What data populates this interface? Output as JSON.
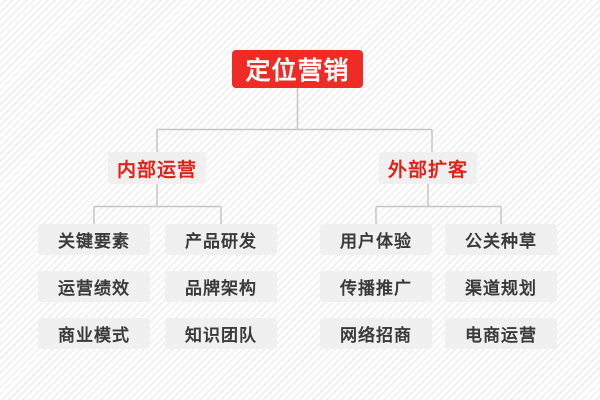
{
  "diagram": {
    "type": "organizational-tree",
    "title_node": {
      "label": "定位营销"
    },
    "branches": [
      {
        "label": "内部运营"
      },
      {
        "label": "外部扩客"
      }
    ],
    "columns": [
      {
        "parent": "内部运营",
        "items": [
          "关键要素",
          "运营绩效",
          "商业模式"
        ]
      },
      {
        "parent": "内部运营",
        "items": [
          "产品研发",
          "品牌架构",
          "知识团队"
        ]
      },
      {
        "parent": "外部扩客",
        "items": [
          "用户体验",
          "传播推广",
          "网络招商"
        ]
      },
      {
        "parent": "外部扩客",
        "items": [
          "公关种草",
          "渠道规划",
          "电商运营"
        ]
      }
    ],
    "colors": {
      "root_background": "#ee2b24",
      "root_text": "#ffffff",
      "branch_background": "#f0f0f0",
      "branch_text": "#e02218",
      "leaf_background": "#f0f0f0",
      "leaf_text": "#3a3a3a",
      "connector": "#c6c6c6",
      "page_background": "#fbfbfb"
    }
  }
}
